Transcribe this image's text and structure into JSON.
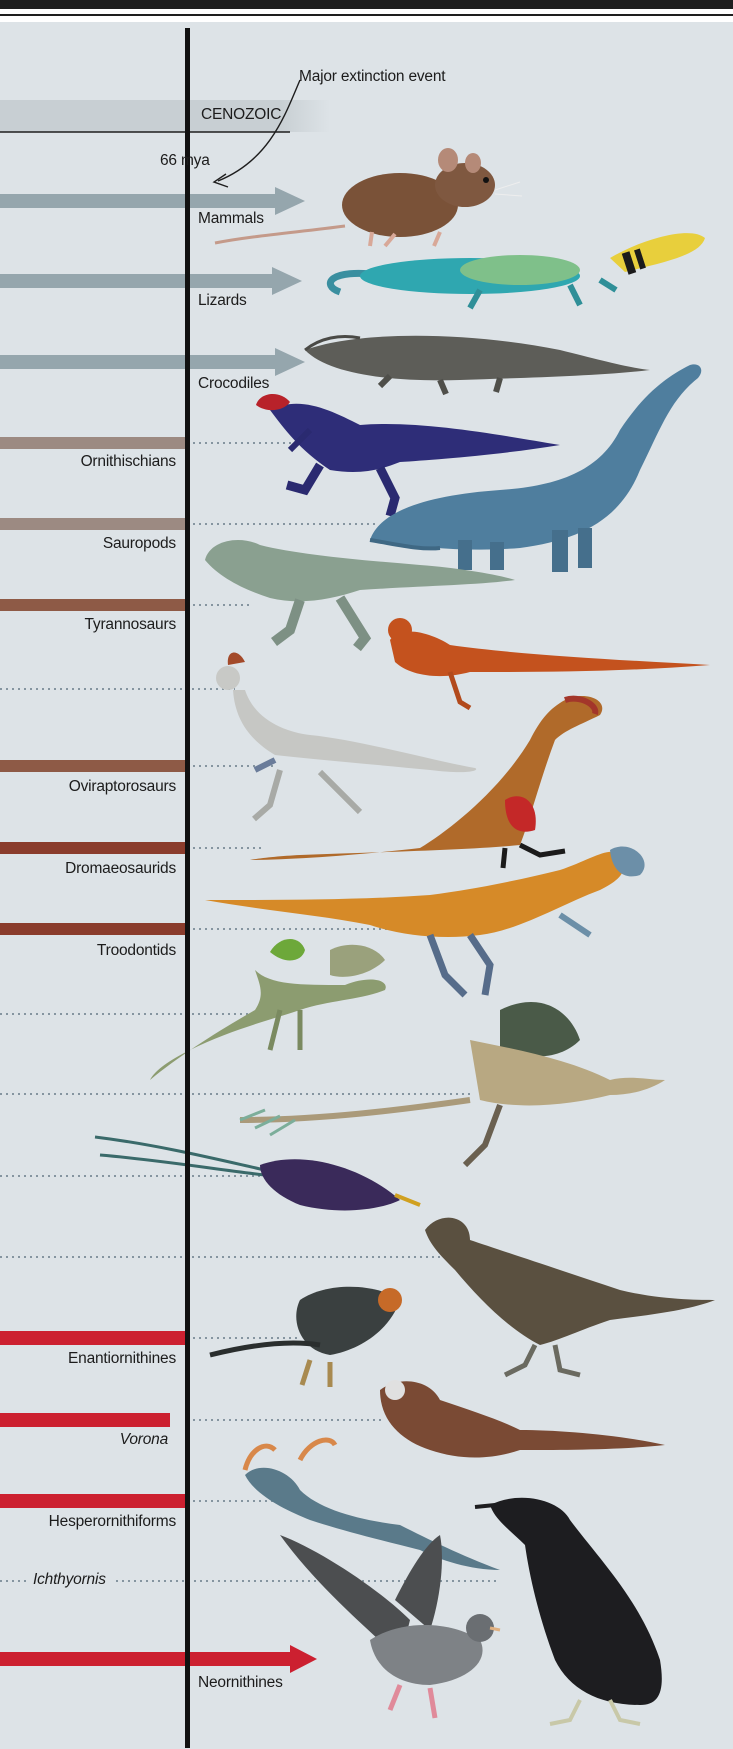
{
  "header": {
    "era": "CENOZOIC",
    "boundary_age": "66 mya",
    "event_annotation": "Major extinction event"
  },
  "colors": {
    "background": "#dde3e7",
    "top_rule": "#1e1e1e",
    "timeline": "#111111",
    "surviving_nonbird": "#95a6ad",
    "ornithischian": "#9c8a82",
    "theropod": "#8e5a46",
    "maniraptoran": "#8a3c2c",
    "avialan": "#cc2030",
    "dotted": "#8595a0"
  },
  "lineages": [
    {
      "label": "Mammals",
      "group": "survivor",
      "icon": "rat"
    },
    {
      "label": "Lizards",
      "group": "survivor",
      "icon": "collared-lizard"
    },
    {
      "label": "Crocodiles",
      "group": "survivor",
      "icon": "crocodile"
    },
    {
      "label": "Ornithischians",
      "group": "extinct",
      "icon": "ornithischian-dinosaur"
    },
    {
      "label": "Sauropods",
      "group": "extinct",
      "icon": "sauropod"
    },
    {
      "label": "Tyrannosaurs",
      "group": "extinct",
      "icon": "tyrannosaur"
    },
    {
      "label": "",
      "group": "extinct",
      "icon": "compsognathid"
    },
    {
      "label": "Oviraptorosaurs",
      "group": "extinct",
      "icon": "oviraptorosaur"
    },
    {
      "label": "Dromaeosaurids",
      "group": "extinct",
      "icon": "dromaeosaurid"
    },
    {
      "label": "Troodontids",
      "group": "extinct",
      "icon": "troodontid"
    },
    {
      "label": "",
      "group": "extinct",
      "icon": "anchiornis"
    },
    {
      "label": "",
      "group": "extinct",
      "icon": "archaeopteryx"
    },
    {
      "label": "",
      "group": "extinct",
      "icon": "long-tailed-bird"
    },
    {
      "label": "",
      "group": "extinct",
      "icon": "sapeornis"
    },
    {
      "label": "Enantiornithines",
      "group": "extinct",
      "icon": "enantiornithine-bird"
    },
    {
      "label": "Vorona",
      "group": "extinct",
      "icon": "vorona-bird"
    },
    {
      "label": "Hesperornithiforms",
      "group": "extinct",
      "icon": "hesperornis"
    },
    {
      "label": "Ichthyornis",
      "group": "extinct",
      "icon": "ichthyornis"
    },
    {
      "label": "Neornithines",
      "group": "survivor",
      "icon": "pigeon"
    }
  ]
}
